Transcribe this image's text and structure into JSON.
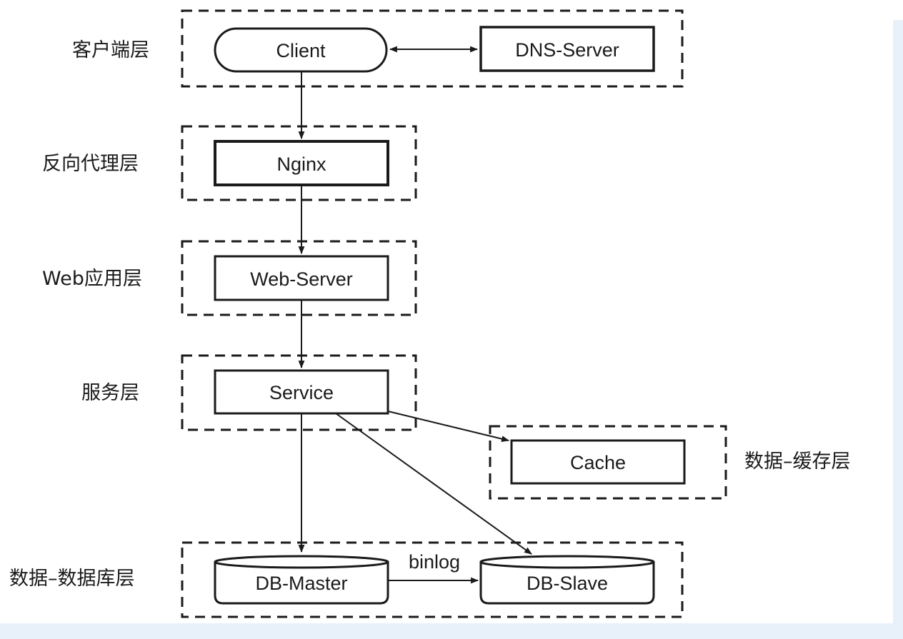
{
  "layers": {
    "client": "客户端层",
    "proxy": "反向代理层",
    "web": "Web应用层",
    "service": "服务层",
    "cache": "数据–缓存层",
    "database": "数据–数据库层"
  },
  "nodes": {
    "client": "Client",
    "dns": "DNS-Server",
    "nginx": "Nginx",
    "web_server": "Web-Server",
    "service": "Service",
    "cache": "Cache",
    "db_master": "DB-Master",
    "db_slave": "DB-Slave"
  },
  "edges": {
    "binlog": "binlog"
  },
  "colors": {
    "stroke": "#1a1a1a",
    "panel_border": "#e8f1fa"
  }
}
